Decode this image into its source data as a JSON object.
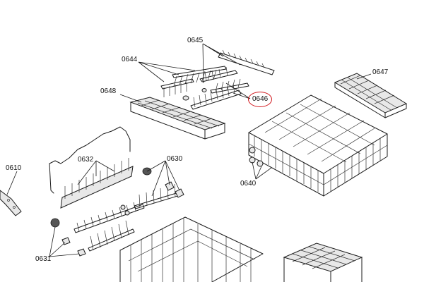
{
  "diagram": {
    "labels": {
      "p0610": "0610",
      "p0630": "0630",
      "p0631": "0631",
      "p0632": "0632",
      "p0640": "0640",
      "p0644": "0644",
      "p0645": "0645",
      "p0646": "0646",
      "p0647": "0647",
      "p0648": "0648"
    },
    "highlighted_part": "0646",
    "colors": {
      "line": "#1a1a1a",
      "highlight": "#d0141a",
      "background": "#ffffff"
    }
  }
}
